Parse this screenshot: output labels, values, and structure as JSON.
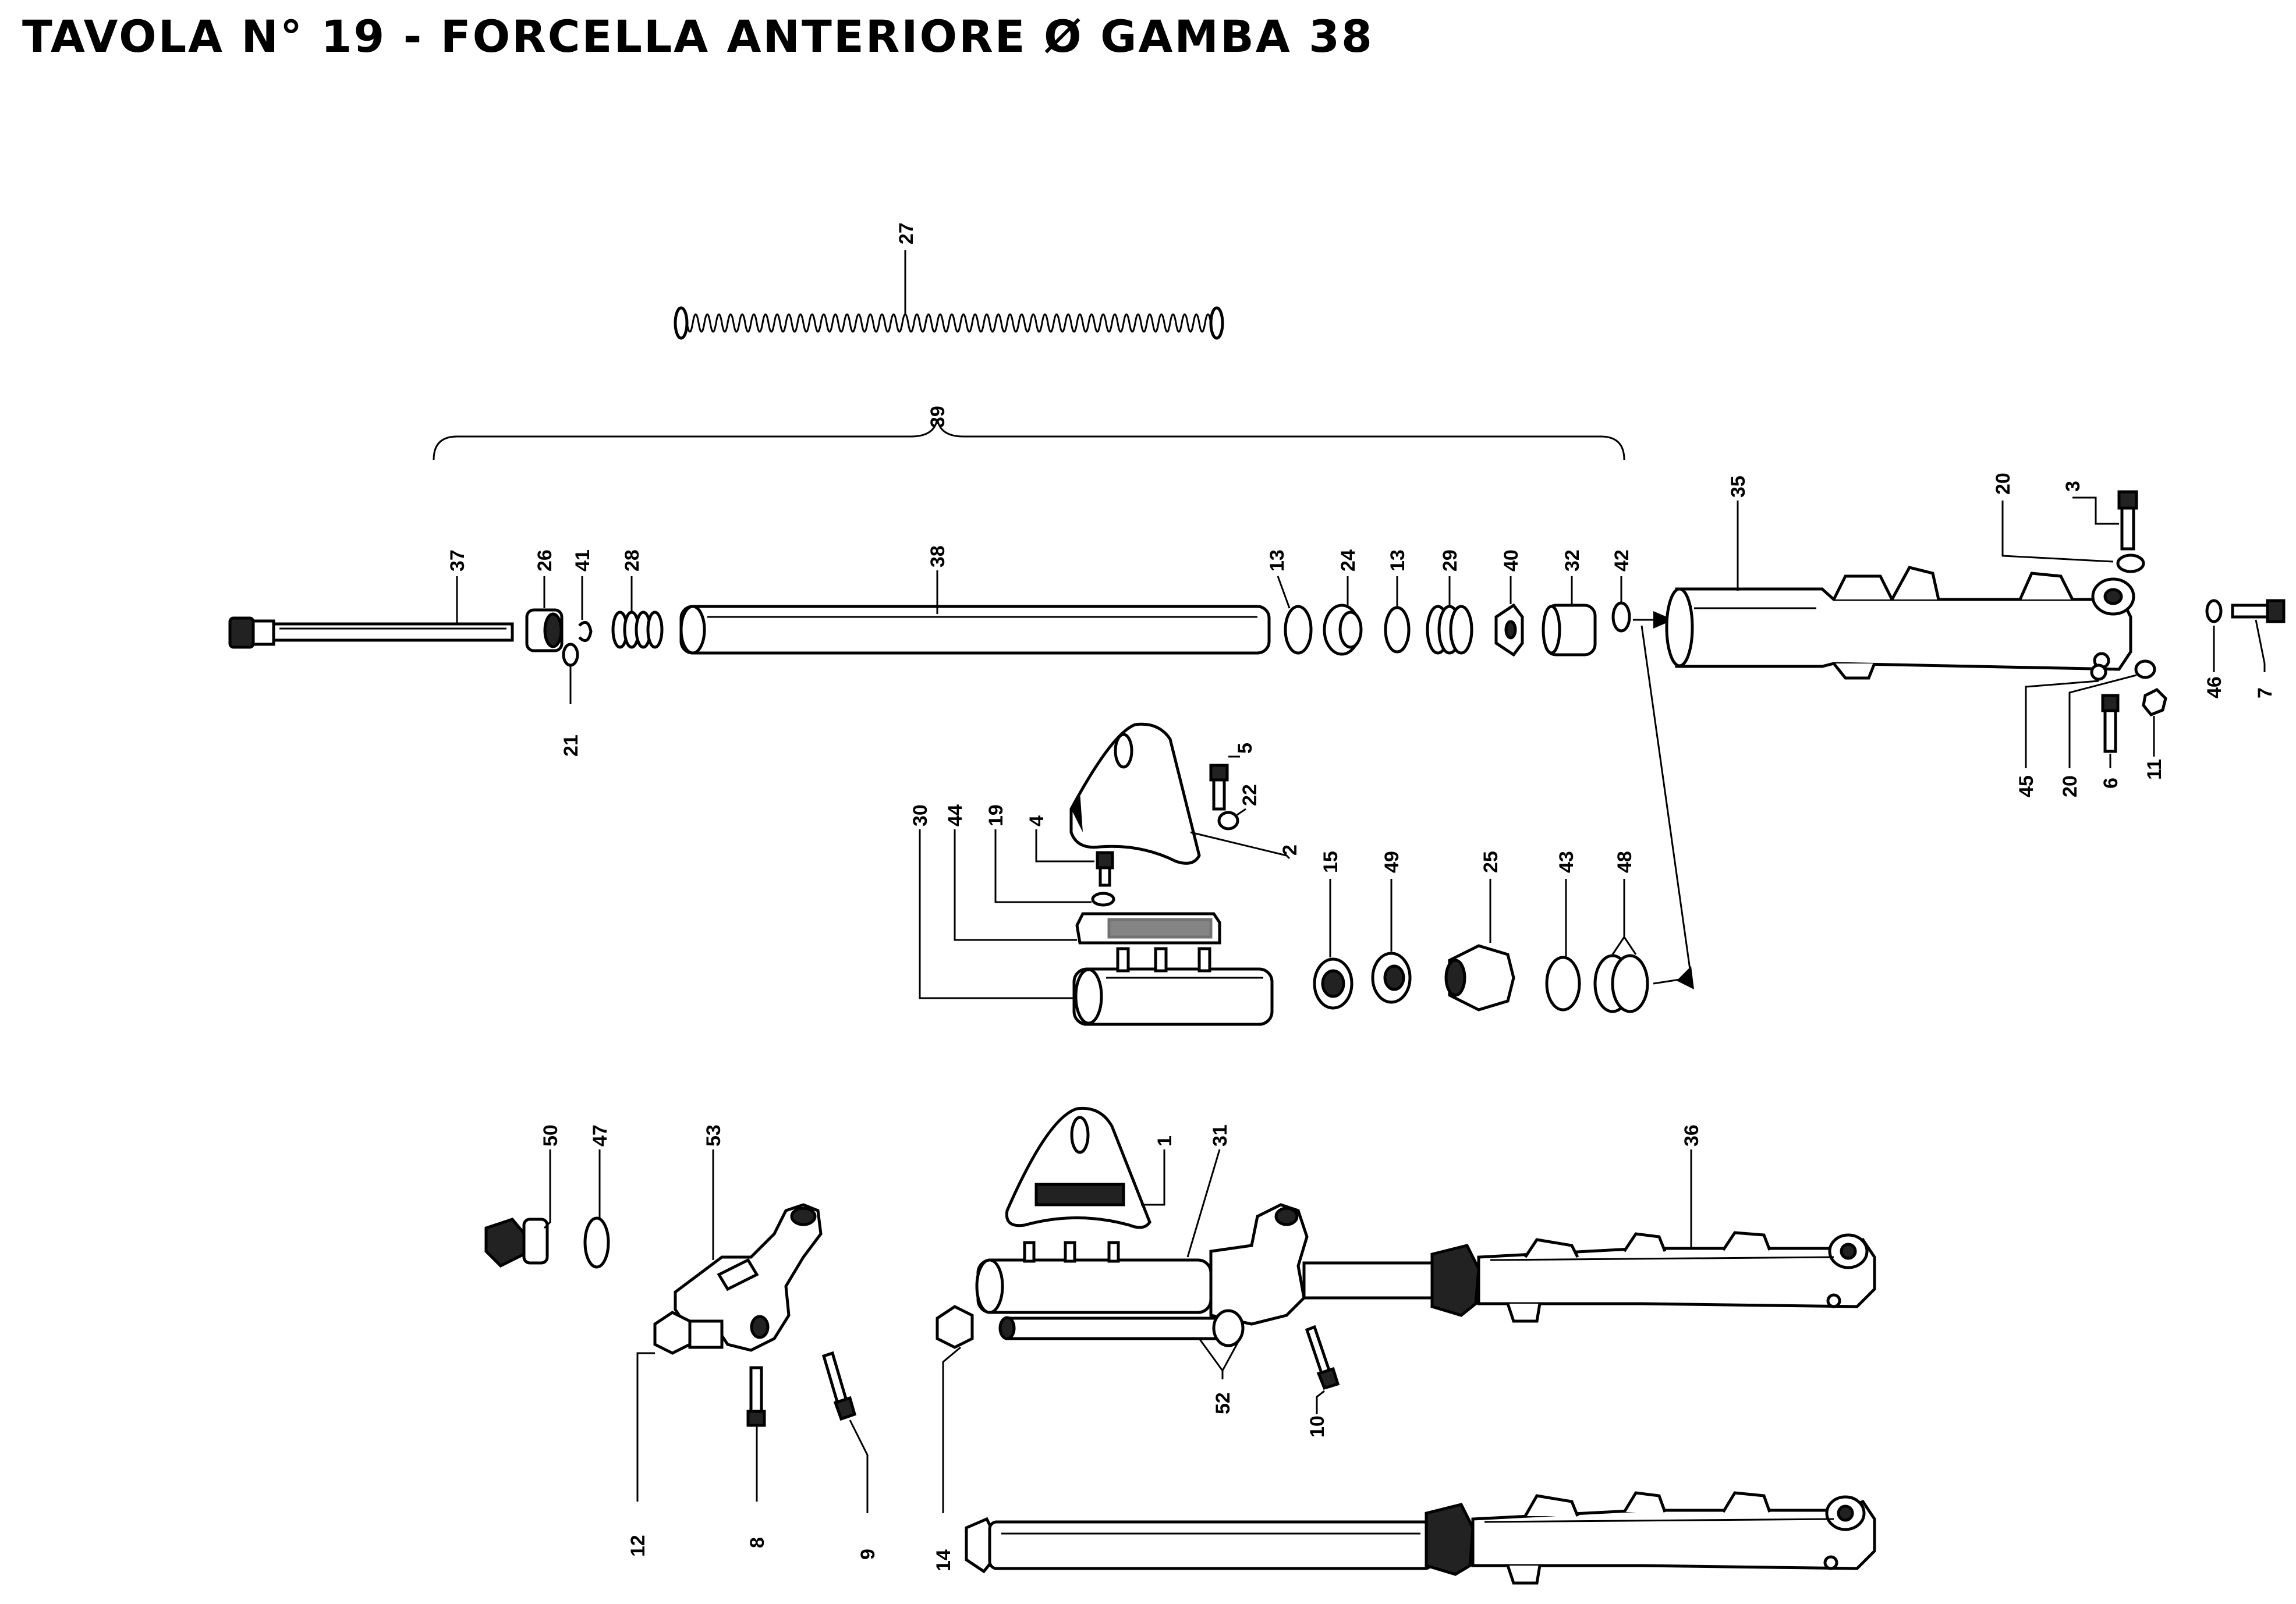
{
  "title": {
    "prefix": "TAVOLA N° ",
    "number": "19",
    "separator": " - ",
    "text": "FORCELLA ANTERIORE Ø GAMBA 38"
  },
  "labels": {
    "p1": "1",
    "p2": "2",
    "p3": "3",
    "p4": "4",
    "p5": "5",
    "p6": "6",
    "p7": "7",
    "p8": "8",
    "p9": "9",
    "p10": "10",
    "p11": "11",
    "p12": "12",
    "p13a": "13",
    "p13b": "13",
    "p14": "14",
    "p15": "15",
    "p19": "19",
    "p20a": "20",
    "p20b": "20",
    "p21": "21",
    "p22": "22",
    "p24": "24",
    "p25": "25",
    "p26": "26",
    "p27": "27",
    "p28": "28",
    "p29": "29",
    "p30": "30",
    "p31": "31",
    "p32": "32",
    "p35": "35",
    "p36": "36",
    "p37": "37",
    "p38": "38",
    "p39": "39",
    "p40": "40",
    "p41": "41",
    "p42": "42",
    "p43": "43",
    "p44": "44",
    "p45": "45",
    "p46": "46",
    "p47": "47",
    "p48": "48",
    "p49": "49",
    "p50": "50",
    "p52": "52",
    "p53": "53"
  }
}
